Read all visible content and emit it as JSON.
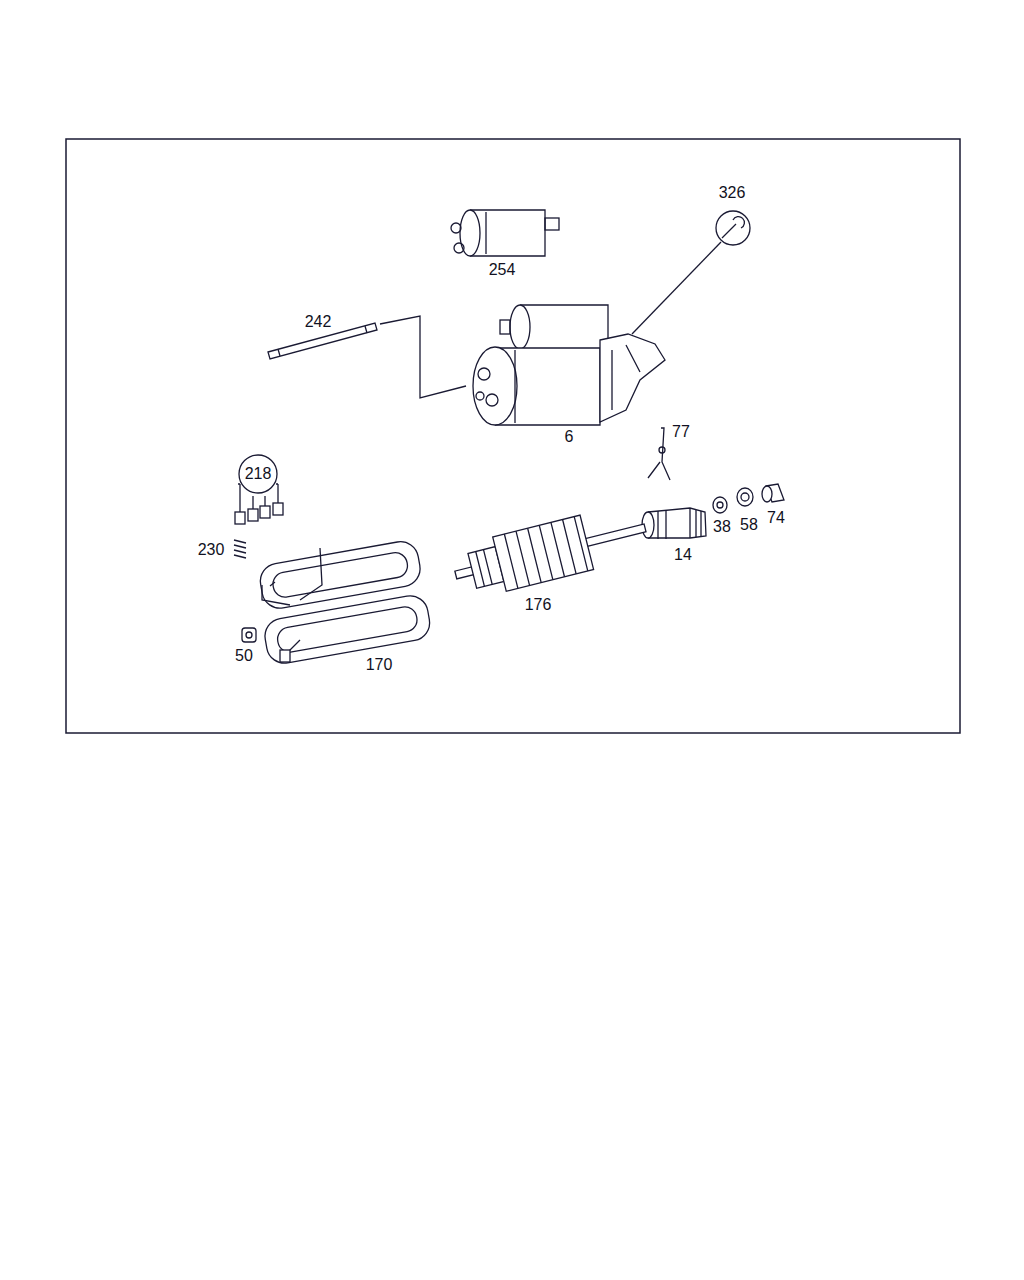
{
  "diagram": {
    "nodes": [
      {
        "text": [
          "218"
        ]
      }
    ],
    "labels": [
      "326",
      "254",
      "242",
      "6",
      "77",
      "230",
      "38",
      "58",
      "74",
      "14",
      "176",
      "50",
      "170"
    ]
  }
}
